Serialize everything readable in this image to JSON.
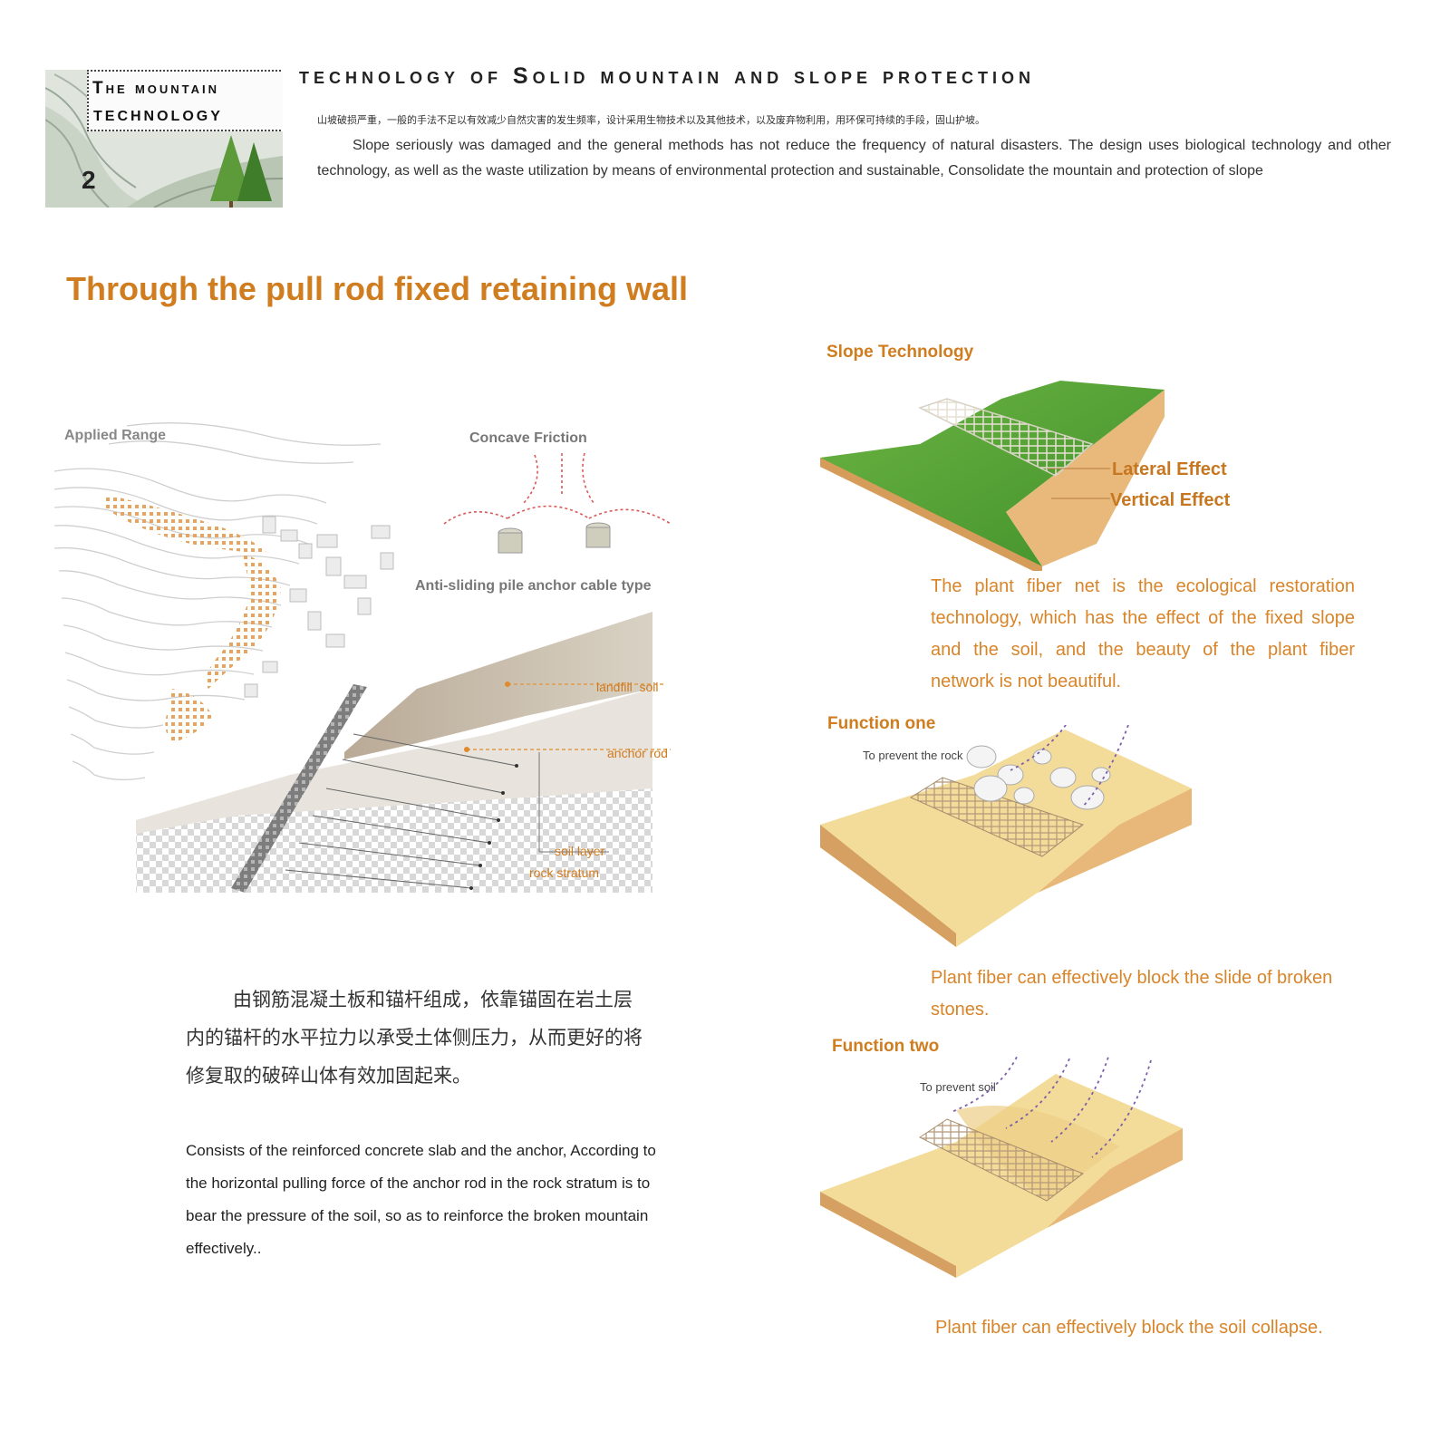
{
  "header": {
    "badge": {
      "line1": "The mountain",
      "line2": "technology",
      "number": "2"
    },
    "title": "technology of Solid mountain and slope protection",
    "intro_cn": "山坡破损严重，一般的手法不足以有效减少自然灾害的发生频率，设计采用生物技术以及其他技术，以及废弃物利用，用环保可持续的手段，固山护坡。",
    "intro_en": "Slope seriously was damaged and the general methods has not reduce the frequency of natural disasters. The design uses biological technology and other technology, as well as the waste utilization by means of environmental protection and sustainable, Consolidate the mountain and protection of slope"
  },
  "section_title": "Through the pull rod fixed retaining wall",
  "left_diagram": {
    "applied_range": "Applied Range",
    "concave_friction": "Concave Friction",
    "pile_type": "Anti-sliding pile anchor cable type",
    "layers": {
      "landfill": "landfill  soil",
      "anchor": "anchor rod",
      "soil": "soil layer",
      "rock": "rock stratum"
    }
  },
  "description": {
    "cn": "由钢筋混凝土板和锚杆组成，依靠锚固在岩土层内的锚杆的水平拉力以承受土体侧压力，从而更好的将修复取的破碎山体有效加固起来。",
    "en": "Consists of the reinforced concrete slab and the anchor, According to the horizontal pulling force of the anchor rod in the rock stratum is to bear the pressure of the soil, so as to reinforce the broken mountain effectively.."
  },
  "right": {
    "slope": {
      "title": "Slope Technology",
      "lateral": "Lateral Effect",
      "vertical": "Vertical Effect",
      "desc": "The plant fiber net is the ecological restoration technology, which has the effect of the fixed slope and the soil, and the beauty of the plant fiber network is not beautiful."
    },
    "function_one": {
      "title": "Function one",
      "note": "To prevent the rock",
      "desc": "Plant fiber can effectively block the slide of broken stones."
    },
    "function_two": {
      "title": "Function two",
      "note": "To prevent soil",
      "desc": "Plant fiber can effectively block the soil collapse."
    }
  },
  "colors": {
    "accent": "#cf7d1f",
    "sand": "#f3dc9a",
    "grass": "#5fa83a"
  }
}
